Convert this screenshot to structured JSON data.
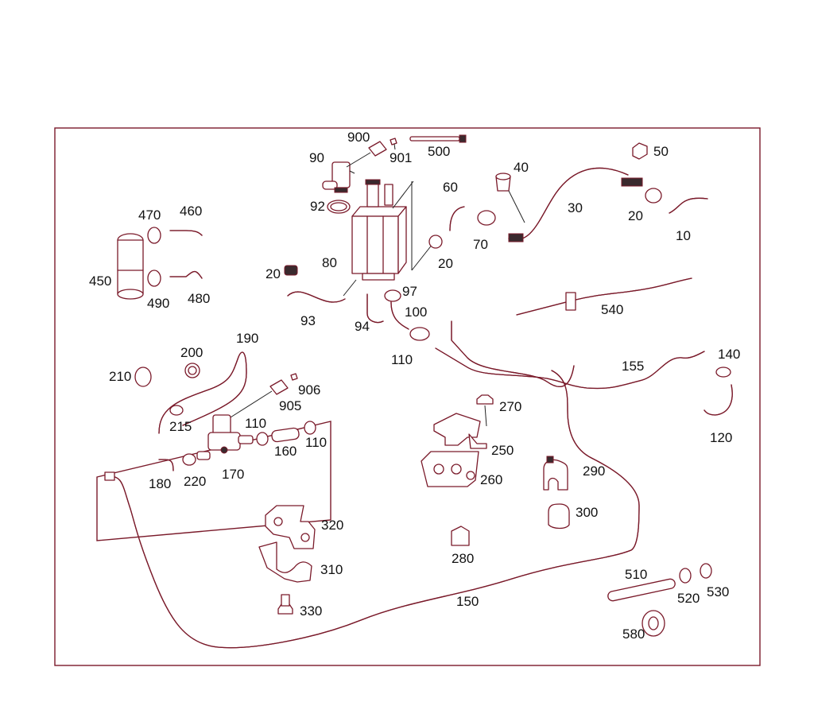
{
  "diagram": {
    "labels": [
      {
        "id": "p900",
        "text": "900"
      },
      {
        "id": "p90",
        "text": "90"
      },
      {
        "id": "p901",
        "text": "901"
      },
      {
        "id": "p500",
        "text": "500"
      },
      {
        "id": "p40",
        "text": "40"
      },
      {
        "id": "p50",
        "text": "50"
      },
      {
        "id": "p60",
        "text": "60"
      },
      {
        "id": "p92",
        "text": "92"
      },
      {
        "id": "p470",
        "text": "470"
      },
      {
        "id": "p460",
        "text": "460"
      },
      {
        "id": "p30",
        "text": "30"
      },
      {
        "id": "p20a",
        "text": "20"
      },
      {
        "id": "p70",
        "text": "70"
      },
      {
        "id": "p10",
        "text": "10"
      },
      {
        "id": "p20b",
        "text": "20"
      },
      {
        "id": "p80",
        "text": "80"
      },
      {
        "id": "p450",
        "text": "450"
      },
      {
        "id": "p20c",
        "text": "20"
      },
      {
        "id": "p97",
        "text": "97"
      },
      {
        "id": "p490",
        "text": "490"
      },
      {
        "id": "p480",
        "text": "480"
      },
      {
        "id": "p540",
        "text": "540"
      },
      {
        "id": "p100",
        "text": "100"
      },
      {
        "id": "p93",
        "text": "93"
      },
      {
        "id": "p94",
        "text": "94"
      },
      {
        "id": "p190",
        "text": "190"
      },
      {
        "id": "p200",
        "text": "200"
      },
      {
        "id": "p110a",
        "text": "110"
      },
      {
        "id": "p140",
        "text": "140"
      },
      {
        "id": "p155",
        "text": "155"
      },
      {
        "id": "p210",
        "text": "210"
      },
      {
        "id": "p906",
        "text": "906"
      },
      {
        "id": "p905",
        "text": "905"
      },
      {
        "id": "p270",
        "text": "270"
      },
      {
        "id": "p215",
        "text": "215"
      },
      {
        "id": "p110b",
        "text": "110"
      },
      {
        "id": "p120",
        "text": "120"
      },
      {
        "id": "p160",
        "text": "160"
      },
      {
        "id": "p110c",
        "text": "110"
      },
      {
        "id": "p250",
        "text": "250"
      },
      {
        "id": "p170",
        "text": "170"
      },
      {
        "id": "p180",
        "text": "180"
      },
      {
        "id": "p220",
        "text": "220"
      },
      {
        "id": "p260",
        "text": "260"
      },
      {
        "id": "p290",
        "text": "290"
      },
      {
        "id": "p300",
        "text": "300"
      },
      {
        "id": "p320",
        "text": "320"
      },
      {
        "id": "p280",
        "text": "280"
      },
      {
        "id": "p310",
        "text": "310"
      },
      {
        "id": "p510",
        "text": "510"
      },
      {
        "id": "p520",
        "text": "520"
      },
      {
        "id": "p530",
        "text": "530"
      },
      {
        "id": "p150",
        "text": "150"
      },
      {
        "id": "p330",
        "text": "330"
      },
      {
        "id": "p580",
        "text": "580"
      }
    ],
    "colors": {
      "line": "#7a1a2a",
      "text": "#111111",
      "background": "#ffffff"
    }
  }
}
